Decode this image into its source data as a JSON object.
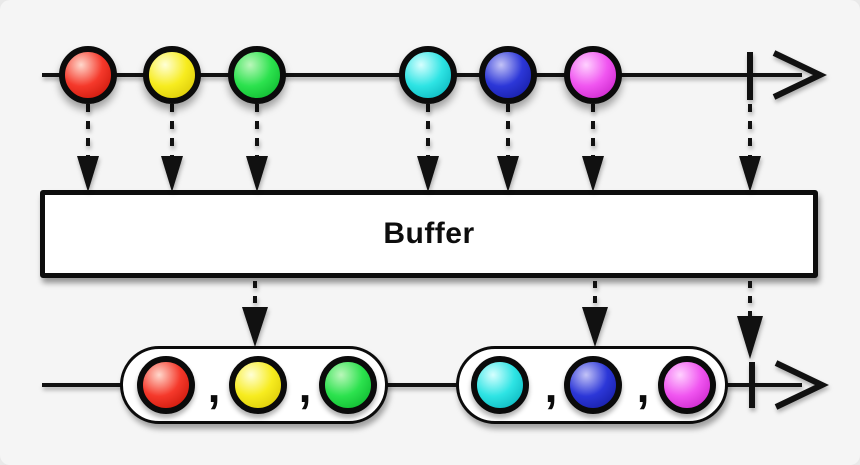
{
  "diagram": {
    "type": "rx-marble-diagram",
    "background": "#f5f5f5",
    "ink": "#111111",
    "buffer_box": {
      "label": "Buffer"
    },
    "separator": ",",
    "source_stream": {
      "marbles": [
        "red",
        "yellow",
        "green",
        "cyan",
        "blue",
        "magenta"
      ]
    },
    "result_stream": {
      "groups": [
        {
          "items": [
            "red",
            "yellow",
            "green"
          ]
        },
        {
          "items": [
            "cyan",
            "blue",
            "magenta"
          ]
        }
      ]
    },
    "colors": {
      "red": {
        "highlight": "#ffd8cc",
        "main": "#f5392b",
        "dark": "#bf0d00"
      },
      "yellow": {
        "highlight": "#ffffd6",
        "main": "#f7ec1f",
        "dark": "#d3c000"
      },
      "green": {
        "highlight": "#baf7ba",
        "main": "#2ce24e",
        "dark": "#05ad26"
      },
      "cyan": {
        "highlight": "#d6ffff",
        "main": "#2ee4e4",
        "dark": "#00aab4"
      },
      "blue": {
        "highlight": "#c3c3f7",
        "main": "#2c37d8",
        "dark": "#101698"
      },
      "magenta": {
        "highlight": "#ffd1ff",
        "main": "#f055f0",
        "dark": "#c218c2"
      }
    }
  }
}
